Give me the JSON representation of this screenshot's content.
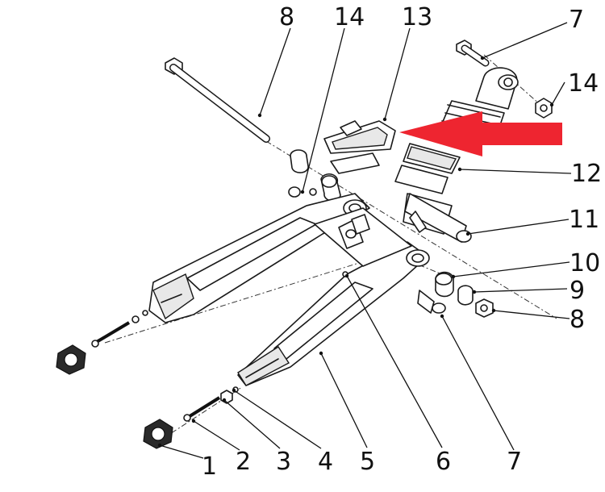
{
  "callouts": {
    "c1": "1",
    "c2": "2",
    "c3": "3",
    "c4": "4",
    "c5": "5",
    "c6": "6",
    "c7b": "7",
    "c7t": "7",
    "c8t": "8",
    "c8r": "8",
    "c9": "9",
    "c10": "10",
    "c11": "11",
    "c12": "12",
    "c13": "13",
    "c14a": "14",
    "c14b": "14"
  },
  "colors": {
    "highlight_arrow": "#ee2530",
    "line": "#1a1a1a"
  }
}
